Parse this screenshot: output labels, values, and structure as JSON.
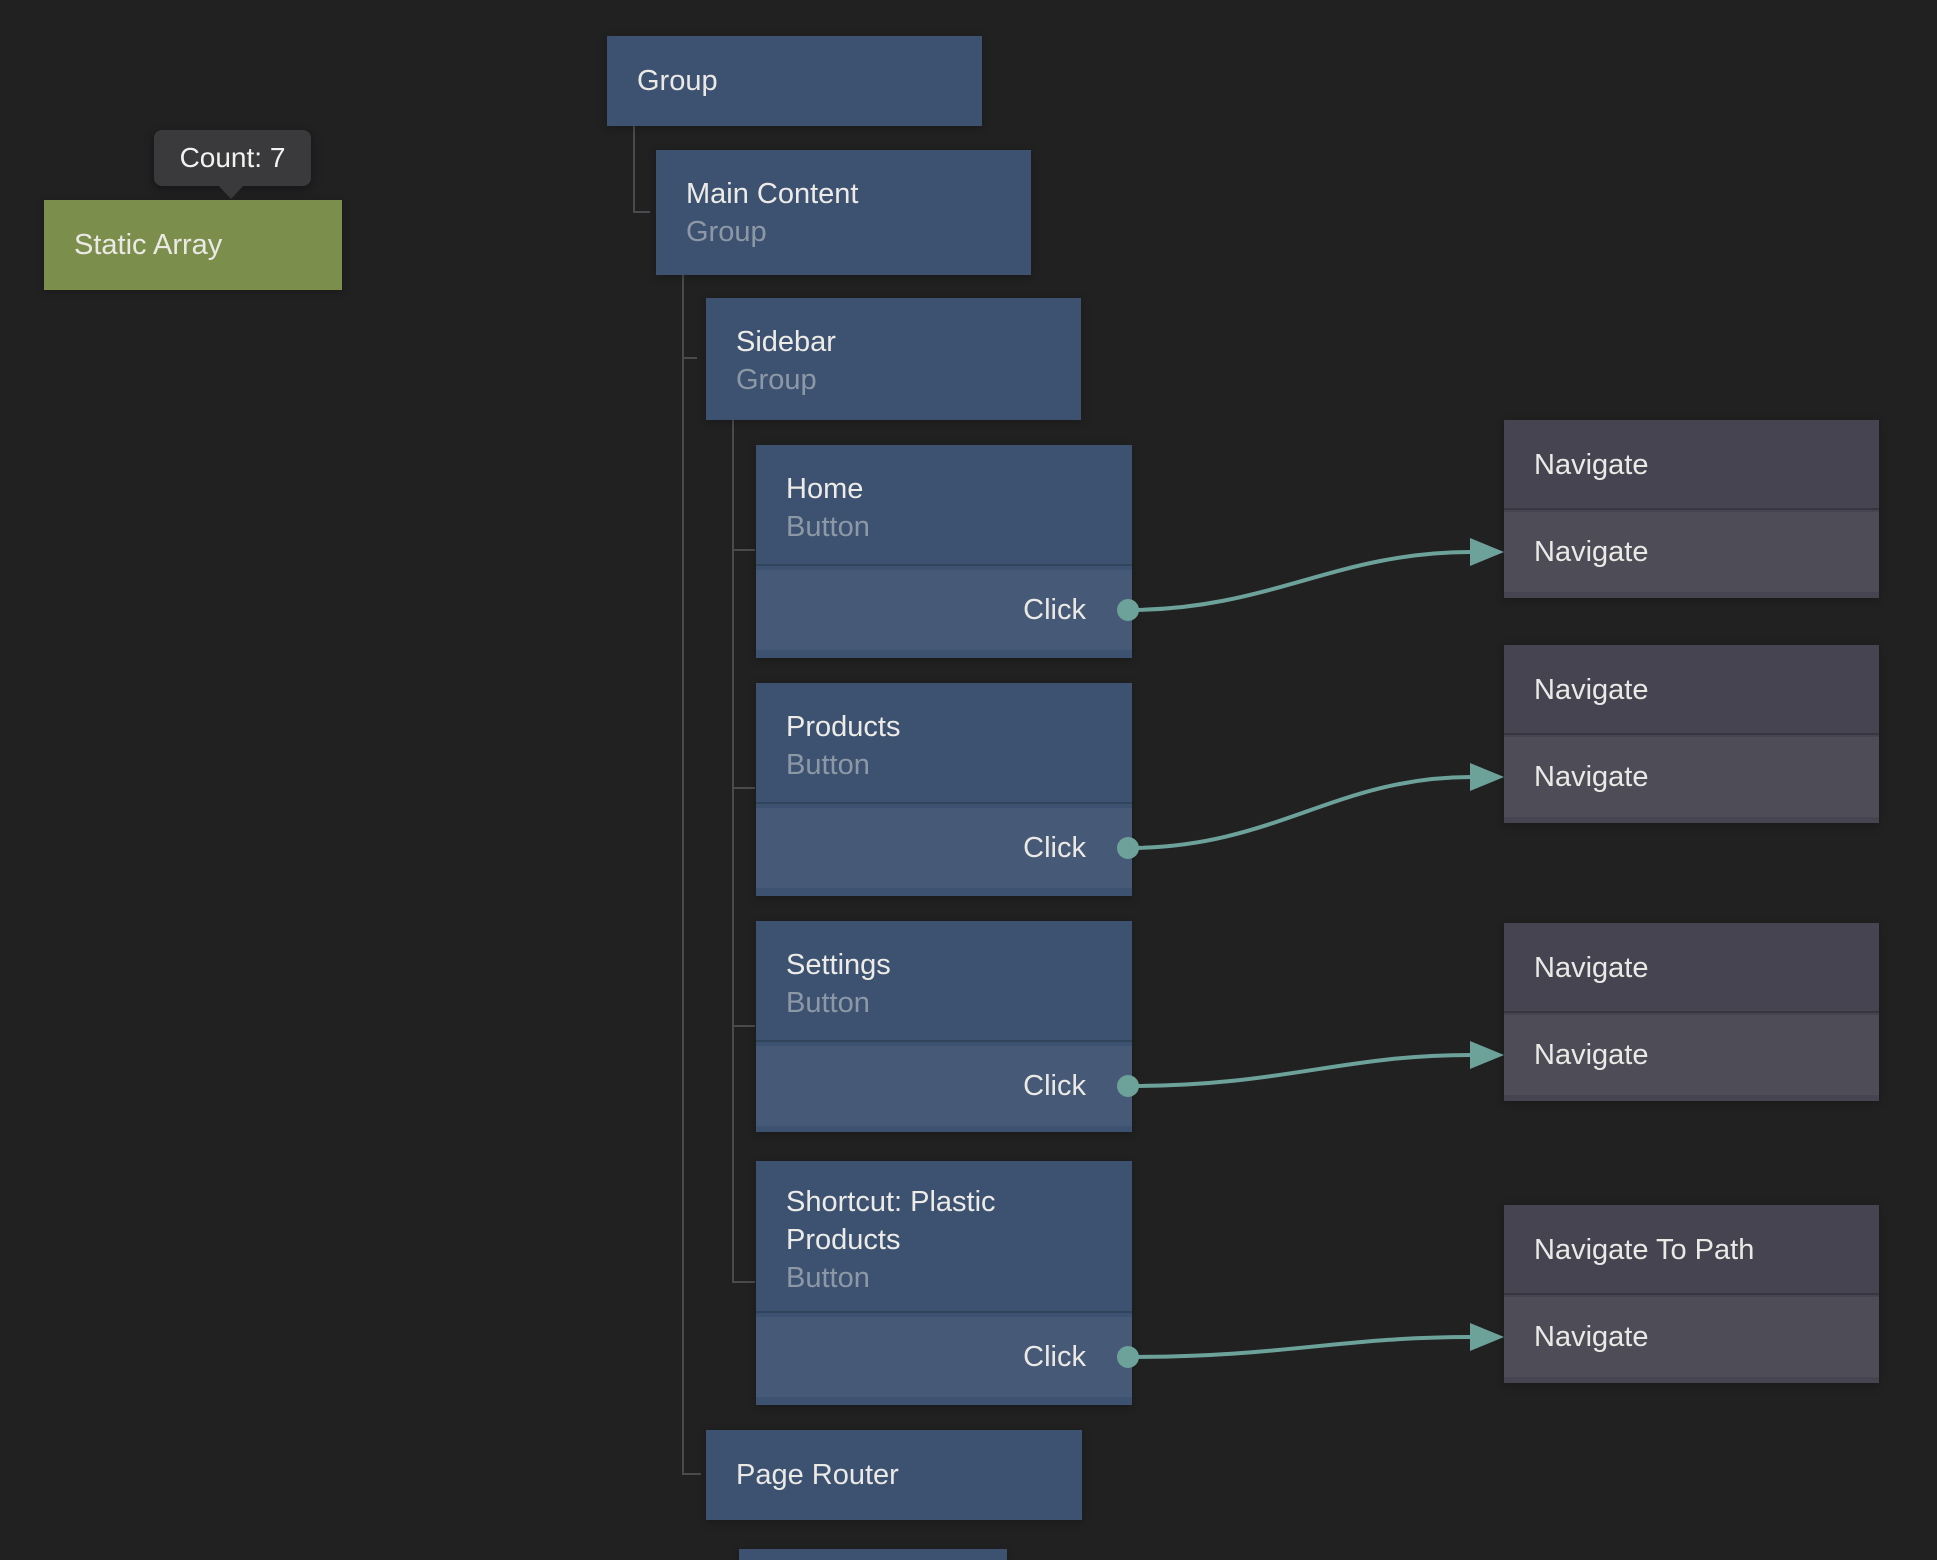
{
  "background": "#212122",
  "colors": {
    "node_blue": "#3d5271",
    "node_gray": "#454450",
    "node_green": "#7c8e4b",
    "wire_teal": "#6da29b",
    "guide_gray": "#4b4b4d",
    "subtitle_gray": "#8d98a7",
    "tooltip_bg": "#3a3a3c"
  },
  "tooltip": {
    "text": "Count: 7"
  },
  "nodes": {
    "static_array": {
      "title": "Static Array"
    },
    "group": {
      "title": "Group"
    },
    "main_content": {
      "title": "Main Content",
      "subtitle": "Group"
    },
    "sidebar": {
      "title": "Sidebar",
      "subtitle": "Group"
    },
    "home": {
      "title": "Home",
      "subtitle": "Button",
      "output": "Click"
    },
    "products": {
      "title": "Products",
      "subtitle": "Button",
      "output": "Click"
    },
    "settings": {
      "title": "Settings",
      "subtitle": "Button",
      "output": "Click"
    },
    "shortcut": {
      "title": "Shortcut: Plastic Products",
      "subtitle": "Button",
      "output": "Click"
    },
    "page_router": {
      "title": "Page Router"
    },
    "navigate_1": {
      "title": "Navigate",
      "input": "Navigate"
    },
    "navigate_2": {
      "title": "Navigate",
      "input": "Navigate"
    },
    "navigate_3": {
      "title": "Navigate",
      "input": "Navigate"
    },
    "navigate_to_path": {
      "title": "Navigate To Path",
      "input": "Navigate"
    }
  },
  "edges": [
    {
      "from": "home.Click",
      "to": "navigate_1.Navigate"
    },
    {
      "from": "products.Click",
      "to": "navigate_2.Navigate"
    },
    {
      "from": "settings.Click",
      "to": "navigate_3.Navigate"
    },
    {
      "from": "shortcut.Click",
      "to": "navigate_to_path.Navigate"
    }
  ]
}
